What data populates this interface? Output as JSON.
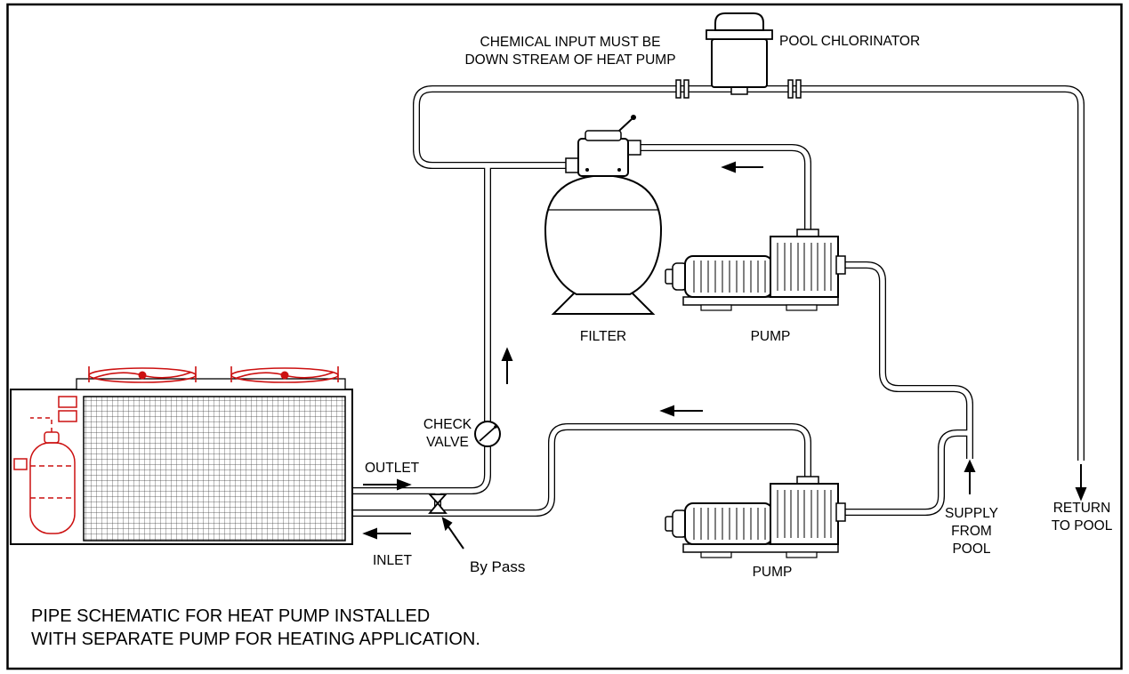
{
  "colors": {
    "diagram_line": "#000000",
    "heat_pump_accent": "#cc1111",
    "background": "#ffffff"
  },
  "symbols": {
    "heat_pump": "heat-pump-unit-icon",
    "fans": "axial-fan-icon",
    "compressor": "compressor-icon",
    "filter": "sand-filter-icon",
    "multiport_valve": "multiport-valve-icon",
    "pump": "pool-pump-icon",
    "chlorinator": "pool-chlorinator-icon",
    "check_valve": "check-valve-symbol",
    "bypass_valve": "bypass-valve-symbol",
    "flow_arrow": "flow-direction-arrow"
  },
  "labels": {
    "chemical_line1": "CHEMICAL INPUT MUST BE",
    "chemical_line2": "DOWN STREAM OF HEAT PUMP",
    "pool_chlorinator": "POOL CHLORINATOR",
    "filter": "FILTER",
    "pump_upper": "PUMP",
    "pump_lower": "PUMP",
    "check_line1": "CHECK",
    "check_line2": "VALVE",
    "outlet": "OUTLET",
    "inlet": "INLET",
    "bypass": "By Pass",
    "supply_line1": "SUPPLY",
    "supply_line2": "FROM",
    "supply_line3": "POOL",
    "return_line1": "RETURN",
    "return_line2": "TO POOL",
    "caption_line1": "PIPE SCHEMATIC FOR HEAT PUMP INSTALLED",
    "caption_line2": "WITH SEPARATE PUMP FOR HEATING APPLICATION."
  }
}
